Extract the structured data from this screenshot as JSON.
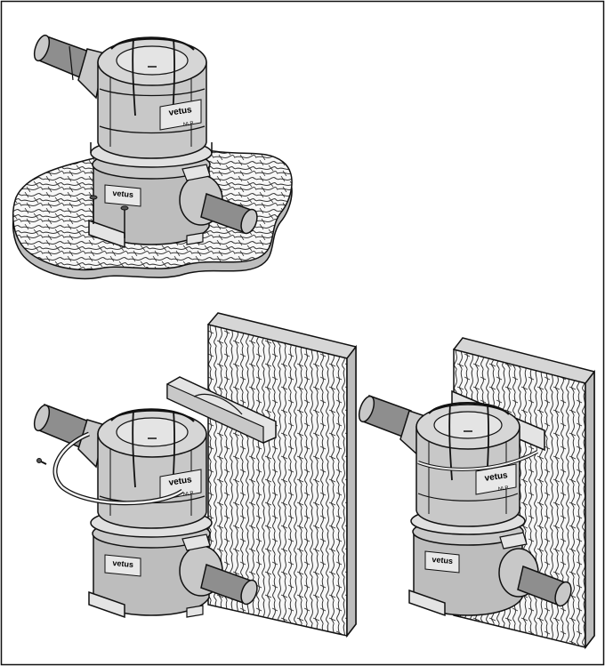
{
  "figure": {
    "views": [
      {
        "id": "floor-mount",
        "brand_label": "vetus",
        "model_label": "NLP"
      },
      {
        "id": "wall-mount-strap",
        "brand_label": "vetus",
        "model_label": "NLP"
      },
      {
        "id": "wall-mount-installed",
        "brand_label": "vetus",
        "model_label": "NLP"
      }
    ],
    "colors": {
      "line": "#111111",
      "muffler_body": "#c8c8c8",
      "muffler_light": "#e4e4e4",
      "muffler_dark": "#8e8e8e",
      "surface": "#f6f6f6",
      "floor_shadow": "#bdbdbd",
      "panel_edge": "#d6d6d6"
    }
  }
}
